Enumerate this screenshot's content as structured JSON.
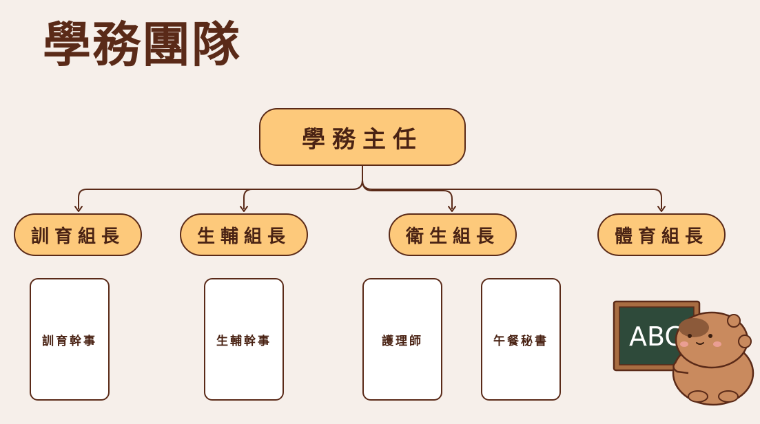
{
  "title": "學務團隊",
  "root": {
    "label": "學務主任"
  },
  "leaders": [
    {
      "label": "訓育組長"
    },
    {
      "label": "生輔組長"
    },
    {
      "label": "衛生組長"
    },
    {
      "label": "體育組長"
    }
  ],
  "staff": [
    {
      "label": "訓育幹事"
    },
    {
      "label": "生輔幹事"
    },
    {
      "label": "護理師"
    },
    {
      "label": "午餐秘書"
    }
  ],
  "illustration": {
    "board_text": "ABC"
  },
  "colors": {
    "background": "#f6efea",
    "node_fill": "#fdc97b",
    "outline": "#5a2a18",
    "text": "#4a2314"
  }
}
